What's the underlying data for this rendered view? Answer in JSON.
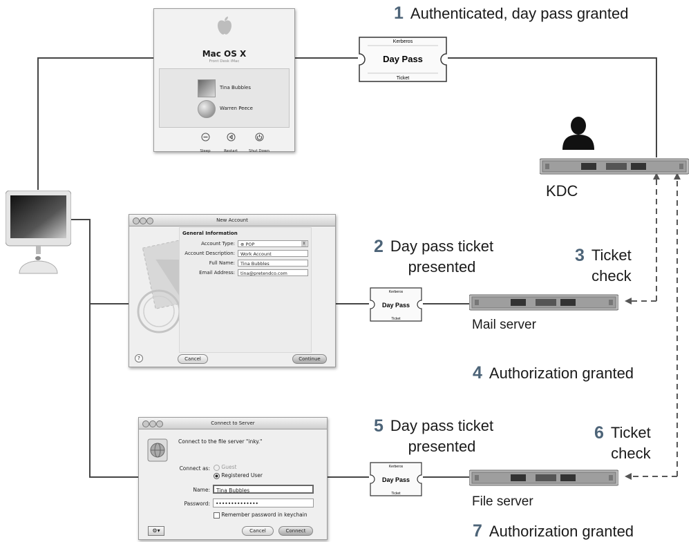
{
  "steps": {
    "s1": {
      "number": "1",
      "text": "Authenticated, day pass granted"
    },
    "s2": {
      "number": "2",
      "text": "Day pass ticket\npresented"
    },
    "s3": {
      "number": "3",
      "text": "Ticket\ncheck"
    },
    "s4": {
      "number": "4",
      "text": "Authorization granted"
    },
    "s5": {
      "number": "5",
      "text": "Day pass ticket\npresented"
    },
    "s6": {
      "number": "6",
      "text": "Ticket\ncheck"
    },
    "s7": {
      "number": "7",
      "text": "Authorization granted"
    }
  },
  "servers": {
    "kdc": "KDC",
    "mail": "Mail server",
    "file": "File server"
  },
  "ticket": {
    "top": "Kerberos",
    "main": "Day Pass",
    "bottom": "Ticket"
  },
  "login_window": {
    "os_name": "Mac OS X",
    "subtitle": "Front Desk iMac",
    "users": [
      "Tina Bubbles",
      "Warren Peece"
    ],
    "buttons": [
      "Sleep",
      "Restart",
      "Shut Down"
    ]
  },
  "new_account": {
    "title": "New Account",
    "section": "General Information",
    "fields": [
      {
        "label": "Account Type:",
        "value": "POP"
      },
      {
        "label": "Account Description:",
        "value": "Work Account"
      },
      {
        "label": "Full Name:",
        "value": "Tina Bubbles"
      },
      {
        "label": "Email Address:",
        "value": "tina@pretendco.com"
      }
    ],
    "help": "?",
    "cancel": "Cancel",
    "continue": "Continue"
  },
  "connect": {
    "title": "Connect to Server",
    "message": "Connect to the file server \"inky.\"",
    "connect_as": "Connect as:",
    "guest": "Guest",
    "registered": "Registered User",
    "name_label": "Name:",
    "name_value": "Tina Bubbles",
    "password_label": "Password:",
    "password_value": "••••••••••••••",
    "remember": "Remember password in keychain",
    "cancel": "Cancel",
    "connect": "Connect"
  },
  "colors": {
    "accent": "#4d6478",
    "line": "#444444",
    "arrow": "#555555"
  }
}
